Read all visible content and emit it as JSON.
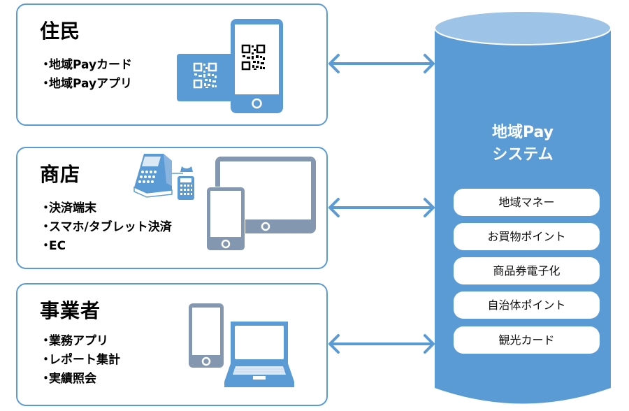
{
  "colors": {
    "accent_blue": "#5b9bd5",
    "light_blue": "#9dc3e6",
    "slate_gray": "#8497b0",
    "text": "#000000",
    "white": "#ffffff"
  },
  "panels": [
    {
      "id": "resident",
      "title": "住民",
      "items": [
        "地域Payカード",
        "地域Payアプリ"
      ],
      "icons": [
        "qr-card-icon",
        "smartphone-qr-icon"
      ]
    },
    {
      "id": "shop",
      "title": "商店",
      "items": [
        "決済端末",
        "スマホ/タブレット決済",
        "EC"
      ],
      "icons": [
        "payment-terminal-icon",
        "tablet-icon",
        "smartphone-icon"
      ]
    },
    {
      "id": "business",
      "title": "事業者",
      "items": [
        "業務アプリ",
        "レポート集計",
        "実績照会"
      ],
      "icons": [
        "smartphone-icon",
        "laptop-icon"
      ]
    }
  ],
  "system": {
    "title_line1": "地域Pay",
    "title_line2": "システム",
    "features": [
      "地域マネー",
      "お買物ポイント",
      "商品券電子化",
      "自治体ポイント",
      "観光カード"
    ]
  },
  "connections": [
    {
      "from": "resident",
      "to": "system",
      "type": "bidirectional"
    },
    {
      "from": "shop",
      "to": "system",
      "type": "bidirectional"
    },
    {
      "from": "business",
      "to": "system",
      "type": "bidirectional"
    }
  ]
}
